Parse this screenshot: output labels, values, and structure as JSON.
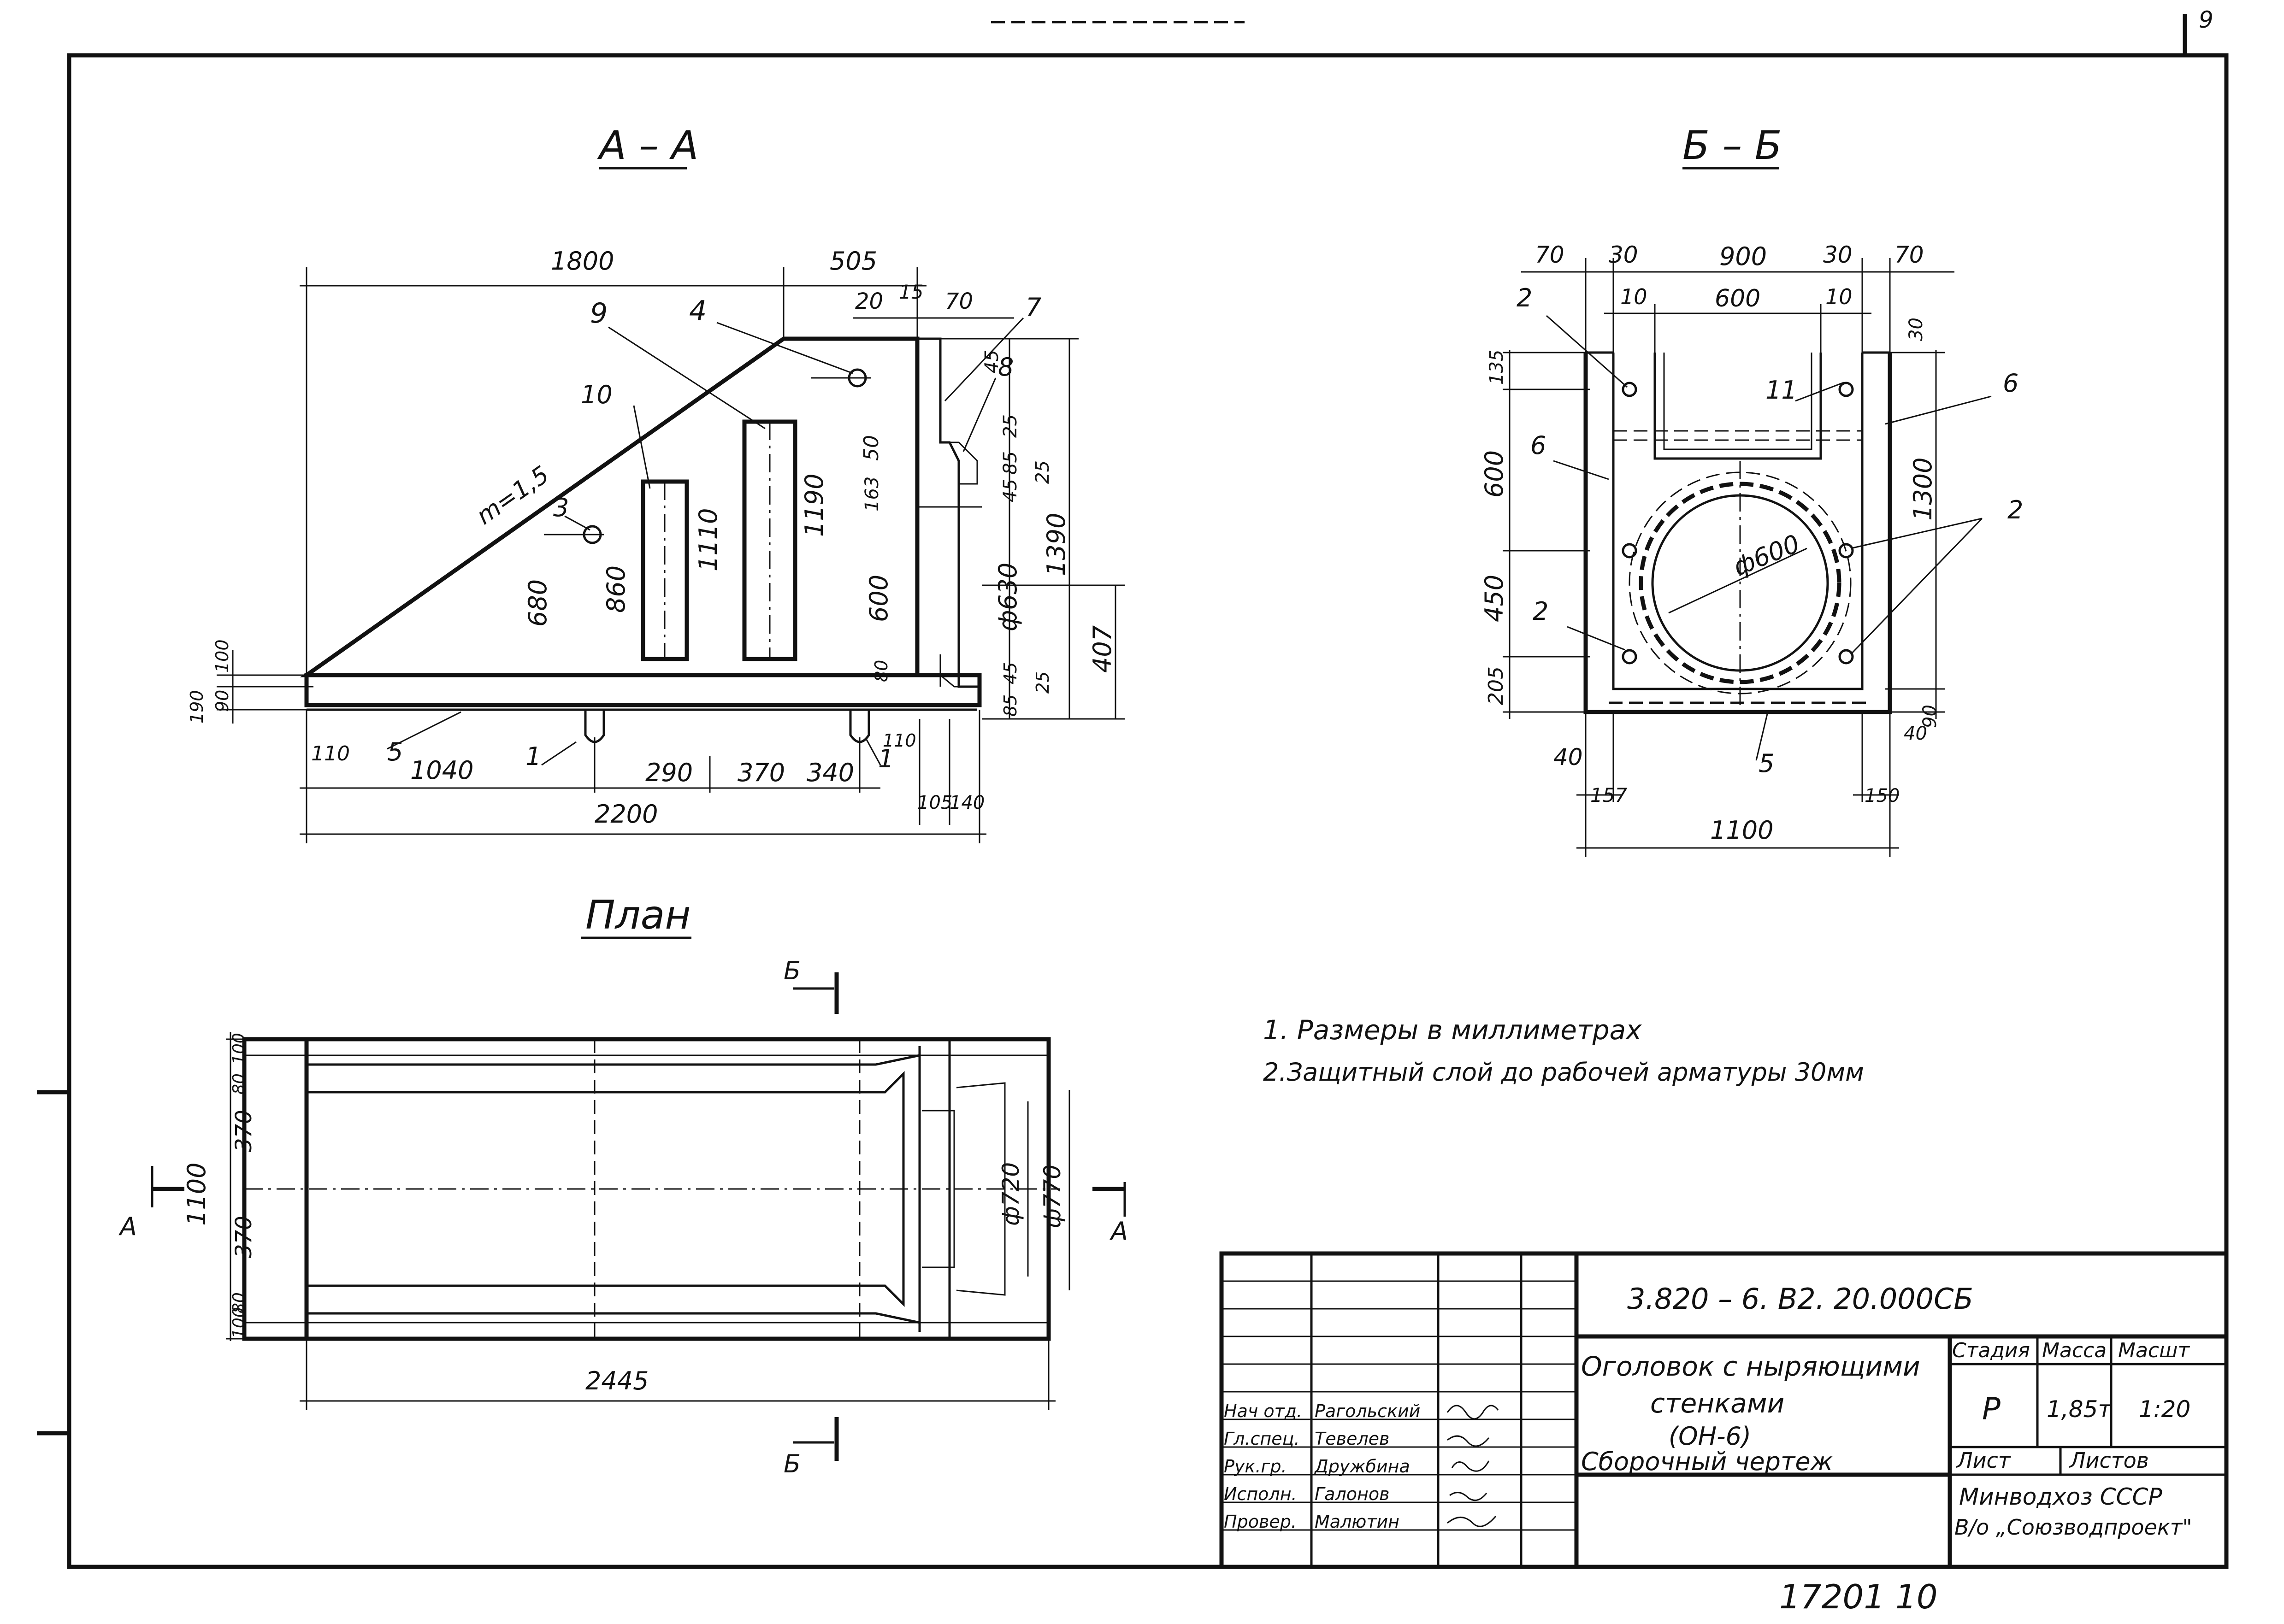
{
  "colors": {
    "ink": "#111111",
    "paper": "#ffffff"
  },
  "top_corner": {
    "text": "9"
  },
  "section_aa": {
    "title": "А – А",
    "dims": {
      "d1800": "1800",
      "d505": "505",
      "d20": "20",
      "d15": "15",
      "d70": "70",
      "d45a": "45",
      "d25a": "25",
      "d85a": "85",
      "d25b": "25",
      "d45b": "45",
      "d50": "50",
      "d163": "163",
      "d1190": "1190",
      "d1110": "1110",
      "d860": "860",
      "d680": "680",
      "d600": "600",
      "d630": "ф630",
      "d1390": "1390",
      "d407": "407",
      "d80": "80",
      "d45c": "45",
      "d25c": "25",
      "d85b": "85",
      "d100": "100",
      "d190": "190",
      "d90": "90",
      "d110a": "110",
      "d1040": "1040",
      "d290": "290",
      "d370": "370",
      "d340": "340",
      "d110b": "110",
      "d105": "105",
      "d140": "140",
      "d2200": "2200",
      "slope": "m=1,5"
    },
    "callouts": {
      "c1a": "1",
      "c1b": "1",
      "c3": "3",
      "c4": "4",
      "c5": "5",
      "c7": "7",
      "c8": "8",
      "c9": "9",
      "c10": "10"
    }
  },
  "section_bb": {
    "title": "Б – Б",
    "dims": {
      "d70a": "70",
      "d30a": "30",
      "d900": "900",
      "d30b": "30",
      "d70b": "70",
      "d10a": "10",
      "d600top": "600",
      "d10b": "10",
      "d30c": "30",
      "d135": "135",
      "d600": "600",
      "d450": "450",
      "d205": "205",
      "d1300": "1300",
      "d90": "90",
      "d40r": "40",
      "d40l": "40",
      "d157": "157",
      "d150": "150",
      "d1100": "1100",
      "diam": "ф600"
    },
    "callouts": {
      "c2a": "2",
      "c2b": "2",
      "c2c": "2",
      "c5": "5",
      "c6a": "6",
      "c6b": "6",
      "c11": "11"
    }
  },
  "plan": {
    "title": "План",
    "dims": {
      "d1100": "1100",
      "d370a": "370",
      "d370b": "370",
      "d80a": "80",
      "d100a": "100",
      "d80b": "80",
      "d100b": "100",
      "d720": "ф720",
      "d770": "ф770",
      "d2445": "2445"
    },
    "section_marks": {
      "a_left": "А",
      "a_right": "А",
      "b_top": "Б",
      "b_bottom": "Б"
    }
  },
  "notes": [
    "1. Размеры  в  миллиметрах",
    "2.Защитный  слой  до  рабочей  арматуры  30мм"
  ],
  "title_block": {
    "doc_code": "3.820 – 6. В2. 20.000СБ",
    "name_lines": [
      "Оголовок с ныряющими",
      "стенками",
      "(ОН-6)",
      "Сборочный  чертеж"
    ],
    "headers": {
      "stage": "Стадия",
      "mass": "Масса",
      "scale": "Масшт"
    },
    "values": {
      "stage": "Р",
      "mass": "1,85т",
      "scale": "1:20"
    },
    "sheet_label": "Лист",
    "sheets_label": "Листов",
    "org_lines": [
      "Минводхоз СССР",
      "В/о „Союзводпроект\""
    ],
    "staff": [
      {
        "role": "Нач отд.",
        "name": "Рагольский"
      },
      {
        "role": "Гл.спец.",
        "name": "Тевелев"
      },
      {
        "role": "Рук.гр.",
        "name": "Дружбина"
      },
      {
        "role": "Исполн.",
        "name": "Галонов"
      },
      {
        "role": "Провер.",
        "name": "Малютин"
      }
    ]
  },
  "bottom_number": "17201   10"
}
